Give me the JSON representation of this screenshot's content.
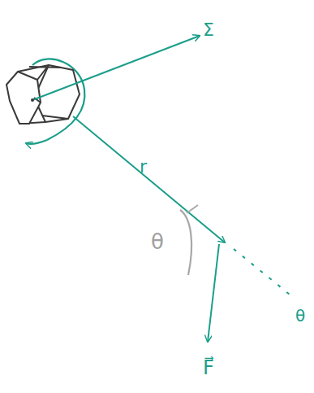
{
  "diagram": {
    "labels": [
      "Σ",
      "r",
      "θ",
      "θ",
      "F⃗"
    ]
  }
}
